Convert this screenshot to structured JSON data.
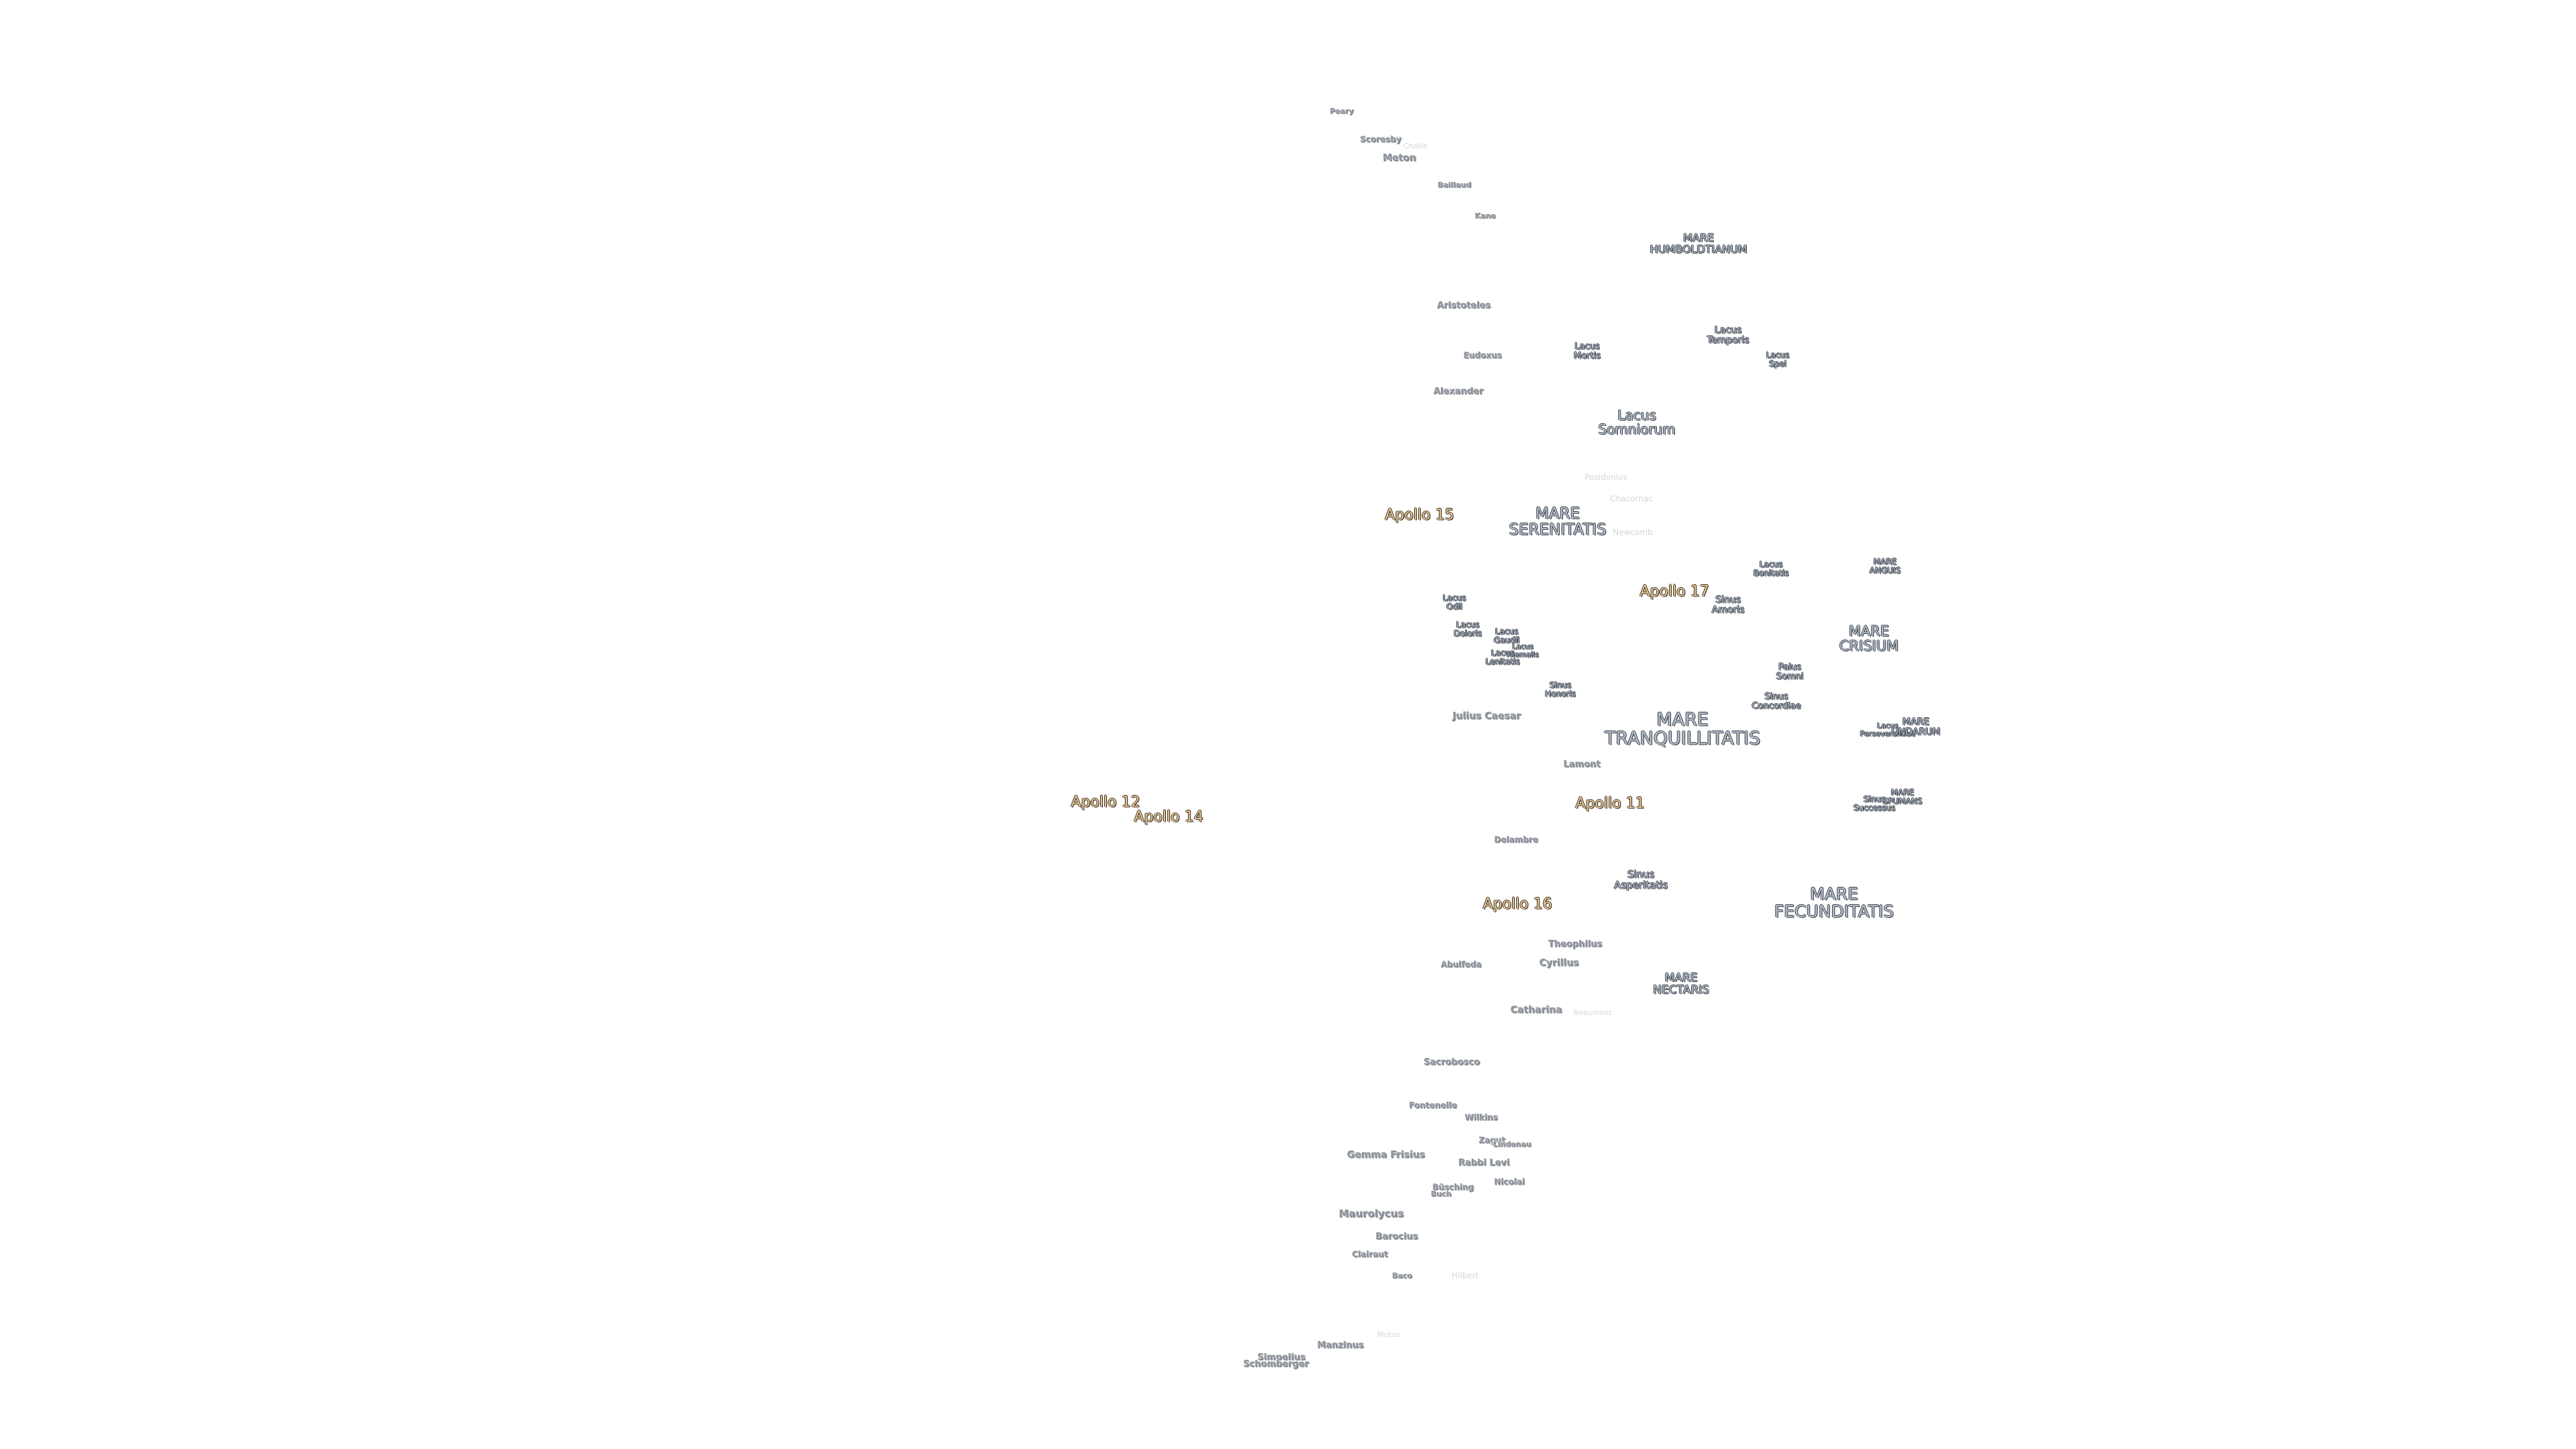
{
  "map": {
    "labels": [
      {
        "text": "Peary",
        "kind": "crater"
      },
      {
        "text": "Scoresby",
        "kind": "crater"
      },
      {
        "text": "Challis",
        "kind": "faint"
      },
      {
        "text": "Meton",
        "kind": "crater"
      },
      {
        "text": "Baillaud",
        "kind": "crater"
      },
      {
        "text": "Kane",
        "kind": "crater"
      },
      {
        "text": "MARE\nHUMBOLDTIANUM",
        "kind": "mare"
      },
      {
        "text": "Aristoteles",
        "kind": "crater"
      },
      {
        "text": "Lacus\nTemporis",
        "kind": "lacus"
      },
      {
        "text": "Eudoxus",
        "kind": "crater"
      },
      {
        "text": "Lacus\nMortis",
        "kind": "lacus"
      },
      {
        "text": "Lacus\nSpei",
        "kind": "lacus"
      },
      {
        "text": "Alexander",
        "kind": "crater"
      },
      {
        "text": "Lacus\nSomniorum",
        "kind": "lacus"
      },
      {
        "text": "Posidonius",
        "kind": "faint"
      },
      {
        "text": "Chacornac",
        "kind": "faint"
      },
      {
        "text": "Apollo 15",
        "kind": "apollo"
      },
      {
        "text": "MARE\nSERENITATIS",
        "kind": "mare"
      },
      {
        "text": "Newcomb",
        "kind": "faint"
      },
      {
        "text": "Lacus\nBonitatis",
        "kind": "lacus"
      },
      {
        "text": "MARE\nANGUIS",
        "kind": "mare"
      },
      {
        "text": "Apollo 17",
        "kind": "apollo"
      },
      {
        "text": "Sinus\nAmoris",
        "kind": "lacus"
      },
      {
        "text": "Lacus\nOdii",
        "kind": "lacus"
      },
      {
        "text": "Lacus\nDoloris",
        "kind": "lacus"
      },
      {
        "text": "Lacus\nGaudii",
        "kind": "lacus"
      },
      {
        "text": "Lacus\nHiemalis",
        "kind": "lacus"
      },
      {
        "text": "Lacus\nLenitatis",
        "kind": "lacus"
      },
      {
        "text": "MARE\nCRISIUM",
        "kind": "mare"
      },
      {
        "text": "Palus\nSomni",
        "kind": "lacus"
      },
      {
        "text": "Sinus\nHonoris",
        "kind": "lacus"
      },
      {
        "text": "Sinus\nConcordiae",
        "kind": "lacus"
      },
      {
        "text": "Julius Caesar",
        "kind": "crater"
      },
      {
        "text": "MARE\nTRANQUILLITATIS",
        "kind": "mare"
      },
      {
        "text": "Lacus\nPerseverantiae",
        "kind": "lacus"
      },
      {
        "text": "MARE\nUNDARUM",
        "kind": "mare"
      },
      {
        "text": "Lamont",
        "kind": "crater"
      },
      {
        "text": "Apollo 12",
        "kind": "apollo"
      },
      {
        "text": "Apollo 14",
        "kind": "apollo"
      },
      {
        "text": "Apollo 11",
        "kind": "apollo"
      },
      {
        "text": "Sinus\nSuccessus",
        "kind": "lacus"
      },
      {
        "text": "MARE\nSPUMANS",
        "kind": "mare"
      },
      {
        "text": "Delambre",
        "kind": "crater"
      },
      {
        "text": "Sinus\nAsperitatis",
        "kind": "lacus"
      },
      {
        "text": "MARE\nFECUNDITATIS",
        "kind": "mare"
      },
      {
        "text": "Apollo 16",
        "kind": "apollo"
      },
      {
        "text": "Theophilus",
        "kind": "crater"
      },
      {
        "text": "Abulfeda",
        "kind": "crater"
      },
      {
        "text": "Cyrillus",
        "kind": "crater"
      },
      {
        "text": "MARE\nNECTARIS",
        "kind": "mare"
      },
      {
        "text": "Catharina",
        "kind": "crater"
      },
      {
        "text": "Beaumont",
        "kind": "faint"
      },
      {
        "text": "Sacrobosco",
        "kind": "crater"
      },
      {
        "text": "Fontenelle",
        "kind": "crater"
      },
      {
        "text": "Wilkins",
        "kind": "crater"
      },
      {
        "text": "Zagut",
        "kind": "crater"
      },
      {
        "text": "Lindenau",
        "kind": "crater"
      },
      {
        "text": "Gemma Frisius",
        "kind": "crater"
      },
      {
        "text": "Rabbi Levi",
        "kind": "crater"
      },
      {
        "text": "Nicolai",
        "kind": "crater"
      },
      {
        "text": "Büsching",
        "kind": "crater"
      },
      {
        "text": "Buch",
        "kind": "crater"
      },
      {
        "text": "Maurolycus",
        "kind": "crater"
      },
      {
        "text": "Barocius",
        "kind": "crater"
      },
      {
        "text": "Clairaut",
        "kind": "crater"
      },
      {
        "text": "Baco",
        "kind": "crater"
      },
      {
        "text": "Hilbert",
        "kind": "faint"
      },
      {
        "text": "Mutus",
        "kind": "faint"
      },
      {
        "text": "Manzinus",
        "kind": "crater"
      },
      {
        "text": "Simpelius",
        "kind": "crater"
      },
      {
        "text": "Schomberger",
        "kind": "crater"
      }
    ]
  }
}
